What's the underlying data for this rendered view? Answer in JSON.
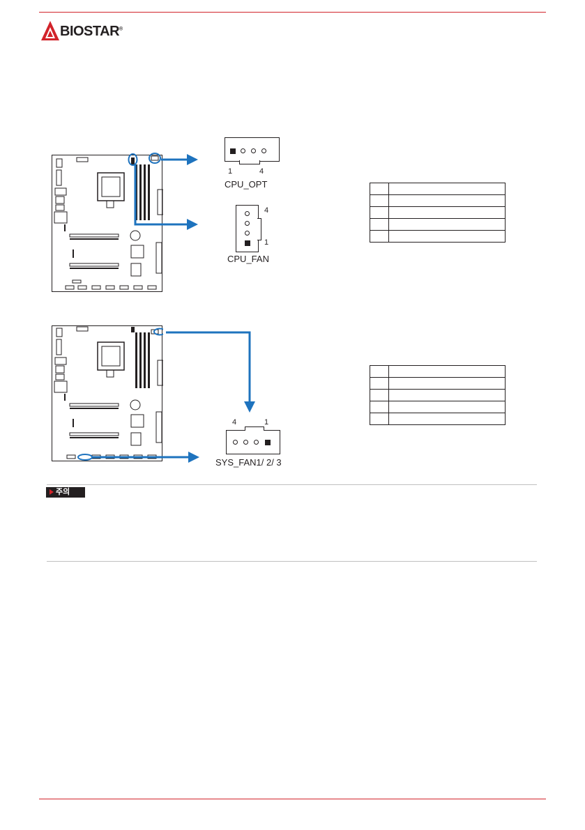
{
  "header": {
    "brand": "BIOSTAR",
    "trademark": "®",
    "brand_color": "#d2232a"
  },
  "section1": {
    "cpu_opt": {
      "label": "CPU_OPT",
      "pin_first": "1",
      "pin_last": "4"
    },
    "cpu_fan": {
      "label": "CPU_FAN",
      "pin_first": "1",
      "pin_last": "4"
    },
    "pin_rows": 5
  },
  "section2": {
    "sys_fan": {
      "label": "SYS_FAN1/ 2/ 3",
      "pin_first": "1",
      "pin_last": "4"
    },
    "pin_rows": 5
  },
  "note": {
    "tag": "주의"
  },
  "colors": {
    "accent_blue": "#1e73be",
    "text": "#231f20",
    "rule": "#d2232a"
  }
}
